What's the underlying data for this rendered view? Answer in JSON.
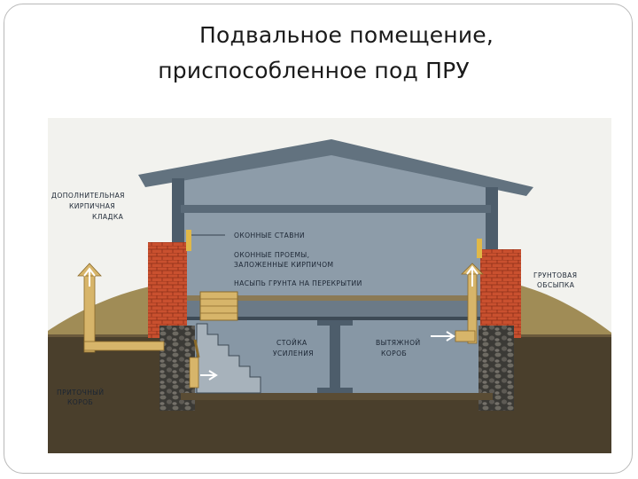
{
  "slide": {
    "title_line1": "Подвальное помещение,",
    "title_line2": "приспособленное под ПРУ"
  },
  "labels": {
    "extra_brick_l1": "ДОПОЛНИТЕЛЬНАЯ",
    "extra_brick_l2": "КИРПИЧНАЯ",
    "extra_brick_l3": "КЛАДКА",
    "shutters": "ОКОННЫЕ СТАВНИ",
    "openings_l1": "ОКОННЫЕ ПРОЕМЫ,",
    "openings_l2": "ЗАЛОЖЕННЫЕ КИРПИЧОМ",
    "soil_fill": "НАСЫПЬ ГРУНТА НА ПЕРЕКРЫТИИ",
    "soil_bank_l1": "ГРУНТОВАЯ",
    "soil_bank_l2": "ОБСЫПКА",
    "post_l1": "СТОЙКА",
    "post_l2": "УСИЛЕНИЯ",
    "exhaust_l1": "ВЫТЯЖНОЙ",
    "exhaust_l2": "КОРОБ",
    "intake_l1": "ПРИТОЧНЫЙ",
    "intake_l2": "КОРОБ"
  },
  "colors": {
    "sky": "#f2f2ee",
    "wall_interior": "#8d9ca9",
    "basement_interior": "#8797a5",
    "roof": "#62727f",
    "beam": "#4d5d6b",
    "brick": "#c9502f",
    "soil": "#a08c56",
    "ground": "#4a3f2c",
    "stone": "#3b3a36",
    "wood": "#d7b56a",
    "label_text": "#1b2533"
  }
}
